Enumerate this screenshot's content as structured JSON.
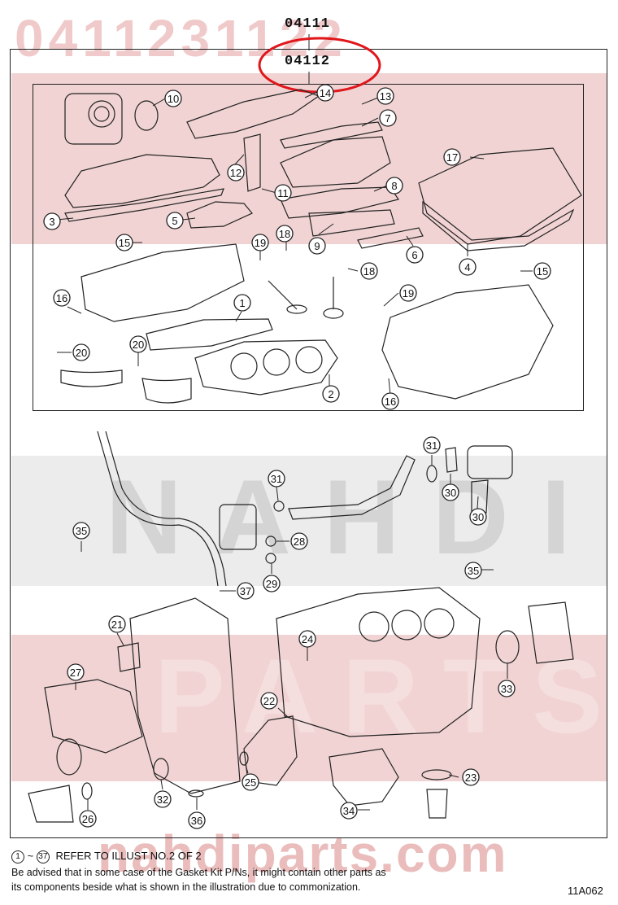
{
  "watermark": {
    "top_code": "0411231122",
    "brand_name": "NAHDI",
    "brand_parts": "PARTS",
    "site": "nahdiparts.com"
  },
  "part_numbers": {
    "primary": "04111",
    "secondary": "04112"
  },
  "highlight_color": "#e0161b",
  "callouts": [
    "1",
    "2",
    "3",
    "4",
    "5",
    "6",
    "7",
    "8",
    "9",
    "10",
    "11",
    "12",
    "13",
    "14",
    "15",
    "15",
    "16",
    "16",
    "17",
    "18",
    "18",
    "19",
    "19",
    "20",
    "20",
    "21",
    "22",
    "23",
    "24",
    "25",
    "26",
    "27",
    "28",
    "29",
    "30",
    "30",
    "31",
    "31",
    "32",
    "33",
    "34",
    "35",
    "35",
    "36",
    "37"
  ],
  "footer": {
    "ref_start": "1",
    "ref_end": "37",
    "ref_text": "REFER TO ILLUST NO.2 OF 2",
    "note_line1": "Be advised that in some case of the Gasket Kit P/Ns,  it might contain other parts as",
    "note_line2": "its components beside what is shown in the illustration due to commonization.",
    "illustration_code": "11A062"
  }
}
